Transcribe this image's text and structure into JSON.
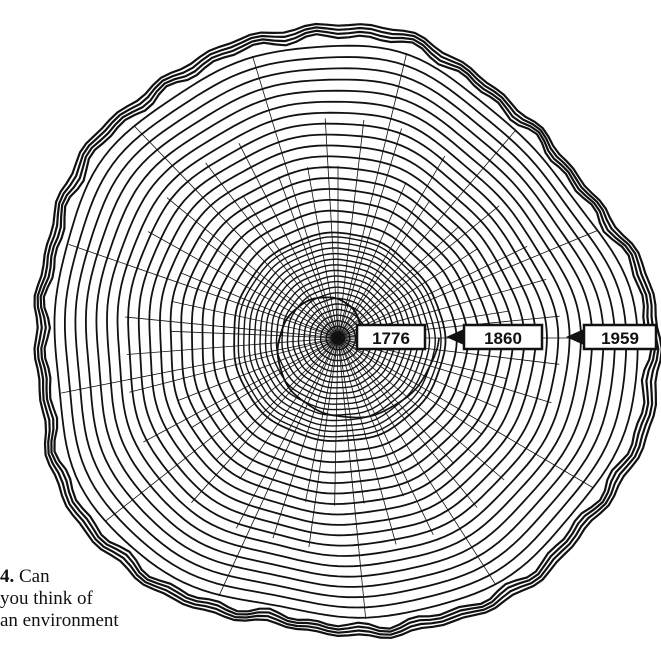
{
  "figure": {
    "labels": [
      "1776",
      "1860",
      "1959"
    ],
    "caption": {
      "number": "4.",
      "text_lines": [
        "Can",
        "you think of",
        "an environment"
      ]
    }
  },
  "colors": {
    "ink": "#111111",
    "background": "#ffffff"
  }
}
